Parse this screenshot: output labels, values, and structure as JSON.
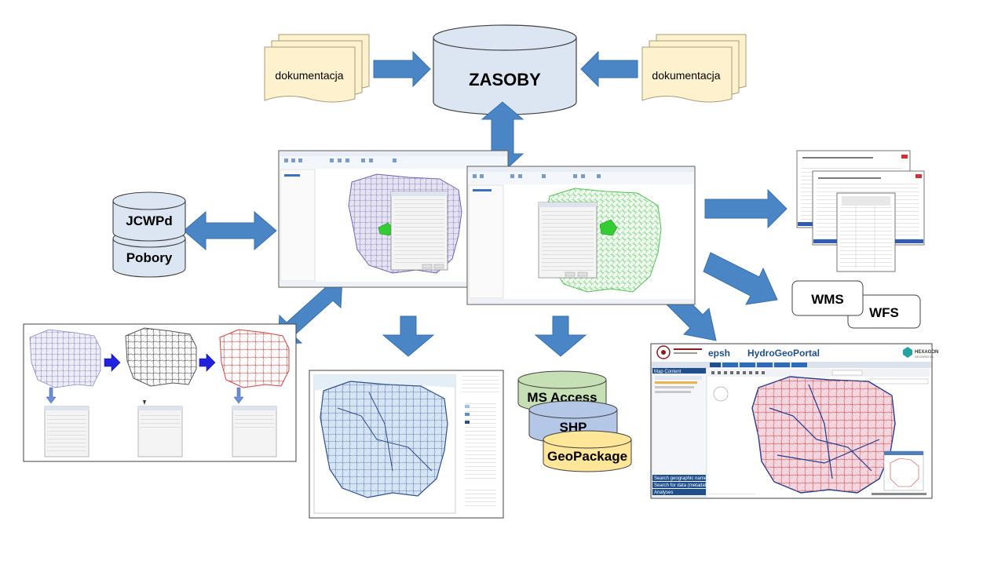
{
  "center_db": {
    "label": "ZASOBY"
  },
  "docs": {
    "left_label": "dokumentacja",
    "right_label": "dokumentacja"
  },
  "source_dbs": {
    "top": "JCWPd",
    "bottom": "Pobory"
  },
  "export_dbs": {
    "a": "MS Access",
    "b": "SHP",
    "c": "GeoPackage"
  },
  "services": {
    "wms": "WMS",
    "wfs": "WFS"
  },
  "portal": {
    "brand": "epsh",
    "title": "HydroGeoPortal",
    "vendor": "HEXAGON",
    "vendor_sub": "GEOSPATIAL",
    "sidebar_header": "Map Content",
    "sidebar_footer": [
      "Search geographic names",
      "Search for data (metadata)",
      "Analyses"
    ]
  },
  "colors": {
    "arrow": "#4a86c6",
    "arrow_stroke": "#3a70a8",
    "cylinder": "#dce6f2",
    "doc": "#fdf2cd",
    "access": "#c6dfb4",
    "shp": "#b4c7e7",
    "geopackage": "#ffe699",
    "violet_map": "#7f78b8",
    "green_map": "#4fbf4f",
    "red_map": "#d04040",
    "portal_bar": "#1f4e8c"
  }
}
